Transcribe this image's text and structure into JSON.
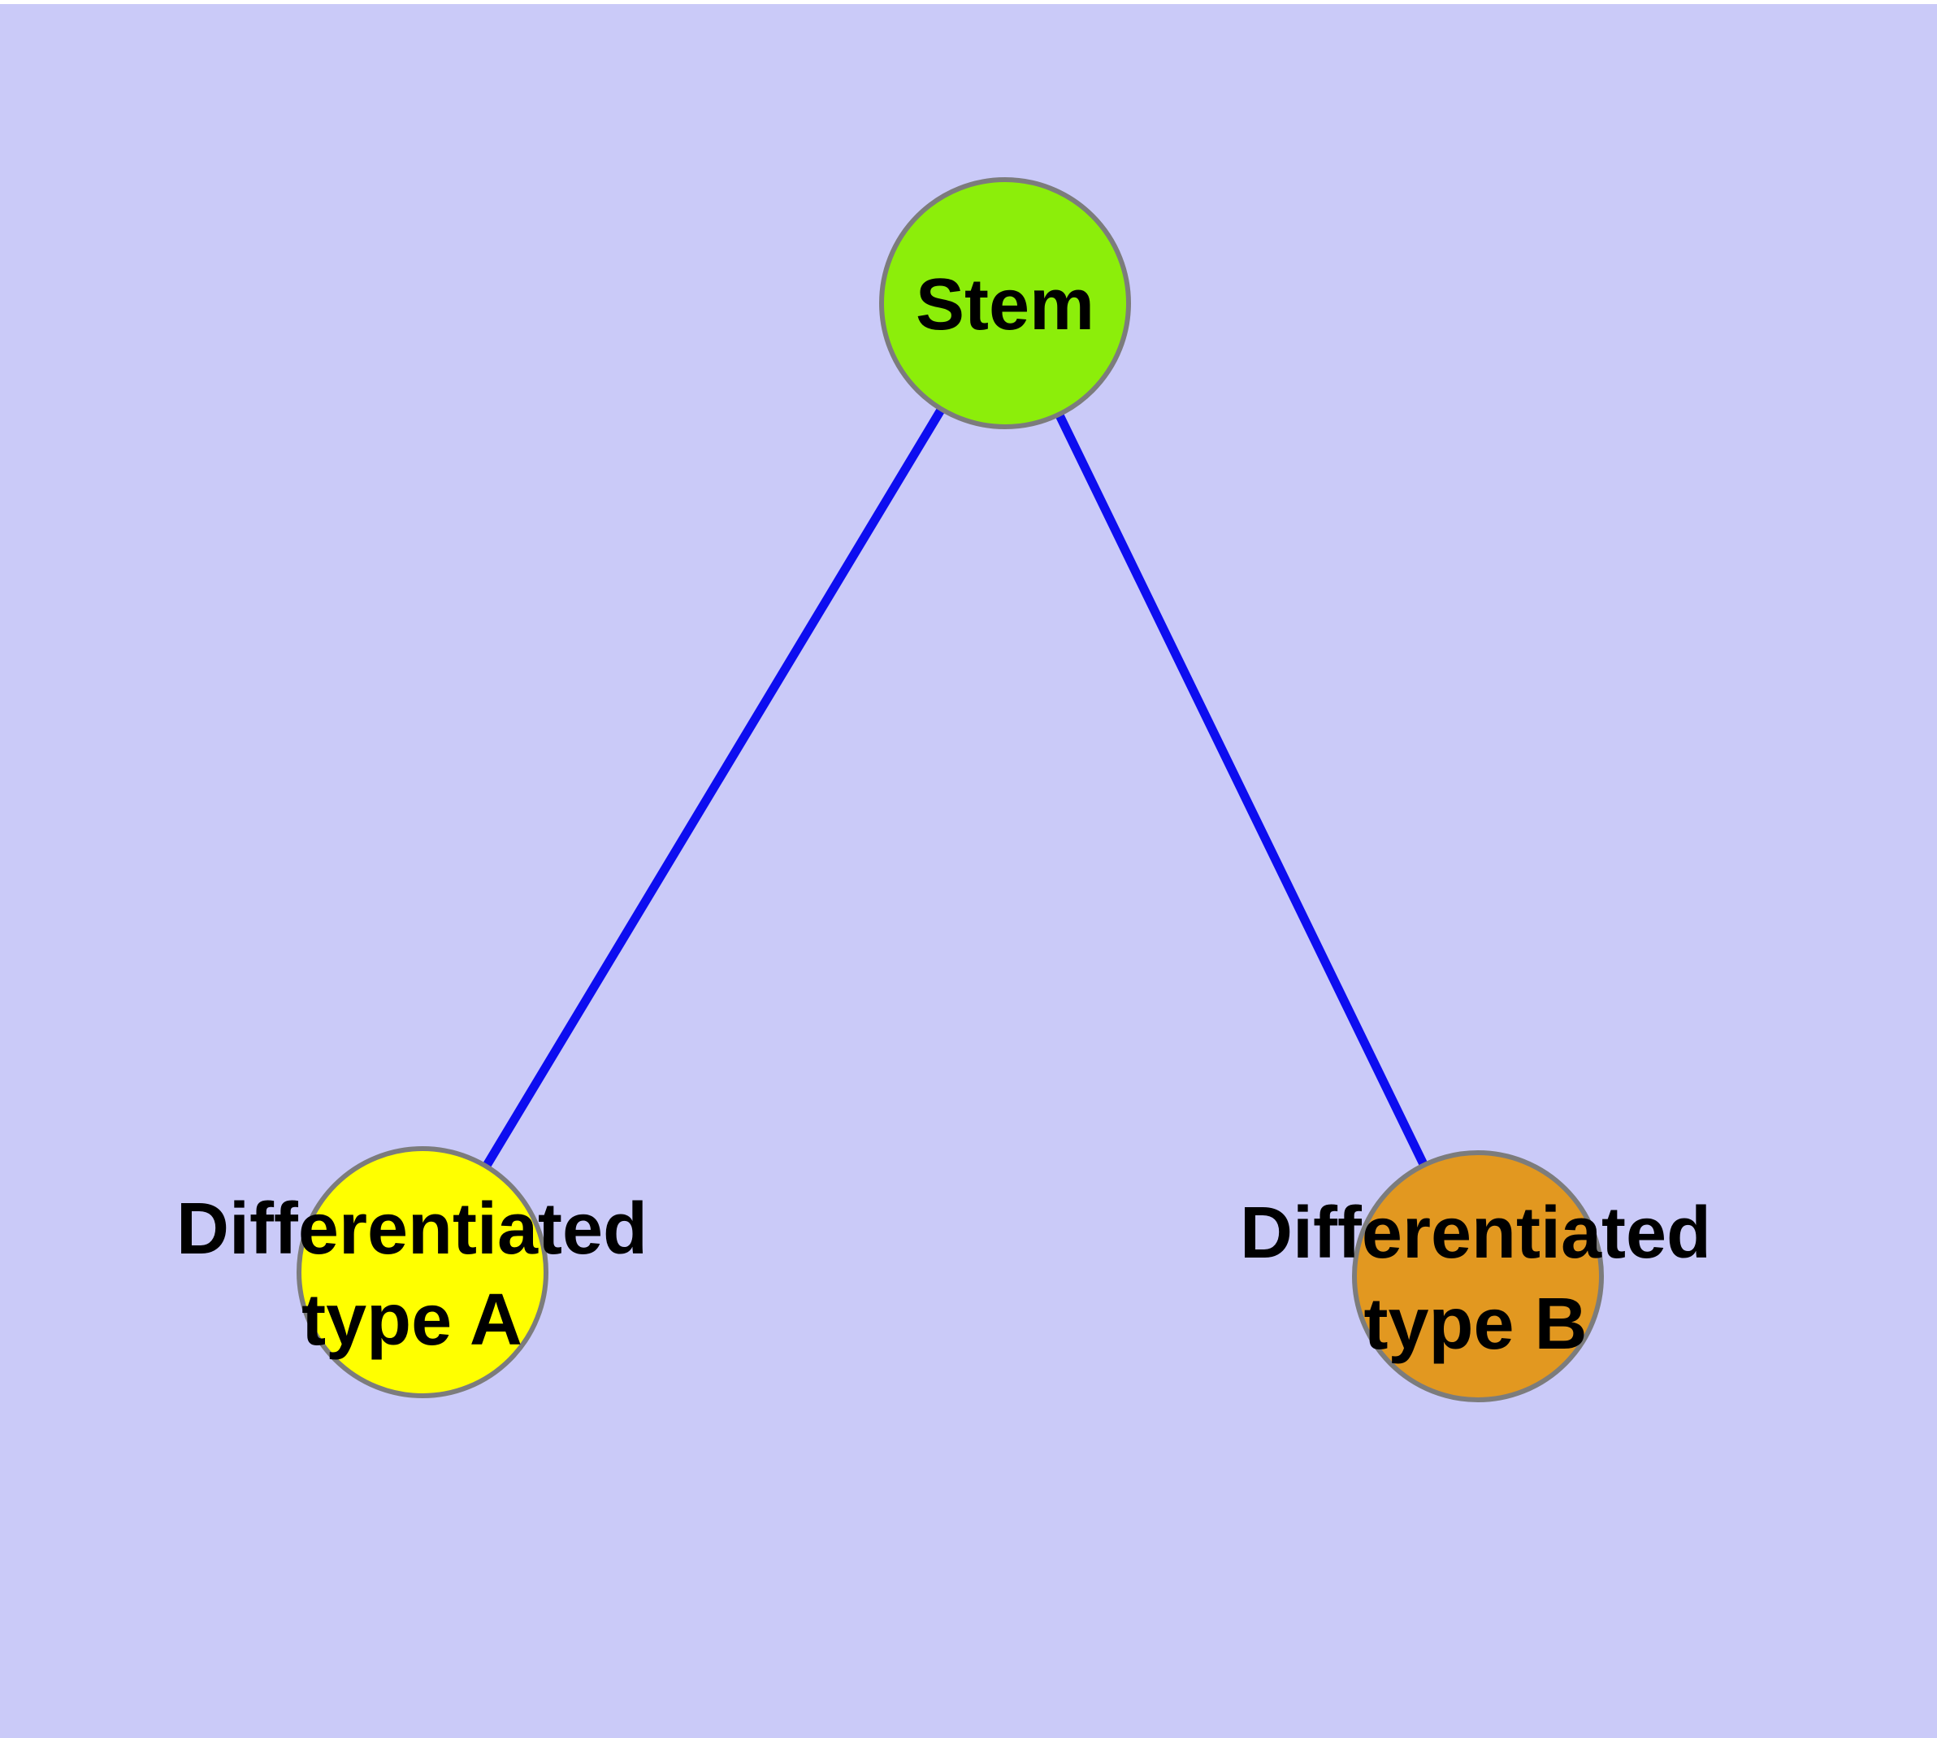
{
  "diagram": {
    "background_color": "#CACAF8",
    "top_margin_color": "#FFFFFF",
    "edge_color": "#0D0DF0",
    "node_border_color": "#7C7C7C",
    "label_color": "#000000",
    "nodes": [
      {
        "id": "stem",
        "label_lines": [
          "Stem"
        ],
        "fill": "#8CEE0A"
      },
      {
        "id": "differentiated-type-a",
        "label_lines": [
          "Differentiated",
          "type A"
        ],
        "fill": "#FFFF00"
      },
      {
        "id": "differentiated-type-b",
        "label_lines": [
          "Differentiated",
          "type B"
        ],
        "fill": "#E29820"
      }
    ],
    "edges": [
      {
        "from": "stem",
        "to": "differentiated-type-a"
      },
      {
        "from": "stem",
        "to": "differentiated-type-b"
      }
    ]
  }
}
